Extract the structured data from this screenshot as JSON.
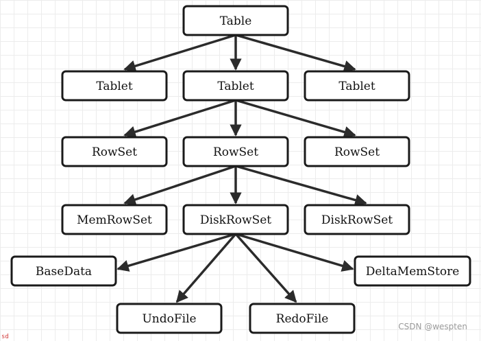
{
  "diagram": {
    "nodes": [
      {
        "id": "table",
        "label": "Table"
      },
      {
        "id": "tablet-1",
        "label": "Tablet"
      },
      {
        "id": "tablet-2",
        "label": "Tablet"
      },
      {
        "id": "tablet-3",
        "label": "Tablet"
      },
      {
        "id": "rowset-1",
        "label": "RowSet"
      },
      {
        "id": "rowset-2",
        "label": "RowSet"
      },
      {
        "id": "rowset-3",
        "label": "RowSet"
      },
      {
        "id": "memrowset",
        "label": "MemRowSet"
      },
      {
        "id": "diskrowset-1",
        "label": "DiskRowSet"
      },
      {
        "id": "diskrowset-2",
        "label": "DiskRowSet"
      },
      {
        "id": "basedata",
        "label": "BaseData"
      },
      {
        "id": "deltamemstore",
        "label": "DeltaMemStore"
      },
      {
        "id": "undofile",
        "label": "UndoFile"
      },
      {
        "id": "redofile",
        "label": "RedoFile"
      }
    ],
    "edges": [
      {
        "from": "table",
        "to": "tablet-1"
      },
      {
        "from": "table",
        "to": "tablet-2"
      },
      {
        "from": "table",
        "to": "tablet-3"
      },
      {
        "from": "tablet-2",
        "to": "rowset-1"
      },
      {
        "from": "tablet-2",
        "to": "rowset-2"
      },
      {
        "from": "tablet-2",
        "to": "rowset-3"
      },
      {
        "from": "rowset-2",
        "to": "memrowset"
      },
      {
        "from": "rowset-2",
        "to": "diskrowset-1"
      },
      {
        "from": "rowset-2",
        "to": "diskrowset-2"
      },
      {
        "from": "diskrowset-1",
        "to": "basedata"
      },
      {
        "from": "diskrowset-1",
        "to": "undofile"
      },
      {
        "from": "diskrowset-1",
        "to": "redofile"
      },
      {
        "from": "diskrowset-1",
        "to": "deltamemstore"
      }
    ]
  },
  "watermark": "CSDN @wespten",
  "corner_mark": "sd",
  "colors": {
    "box_stroke": "#1a1a1a",
    "arrow": "#2b2b2b",
    "grid": "#ececec"
  }
}
